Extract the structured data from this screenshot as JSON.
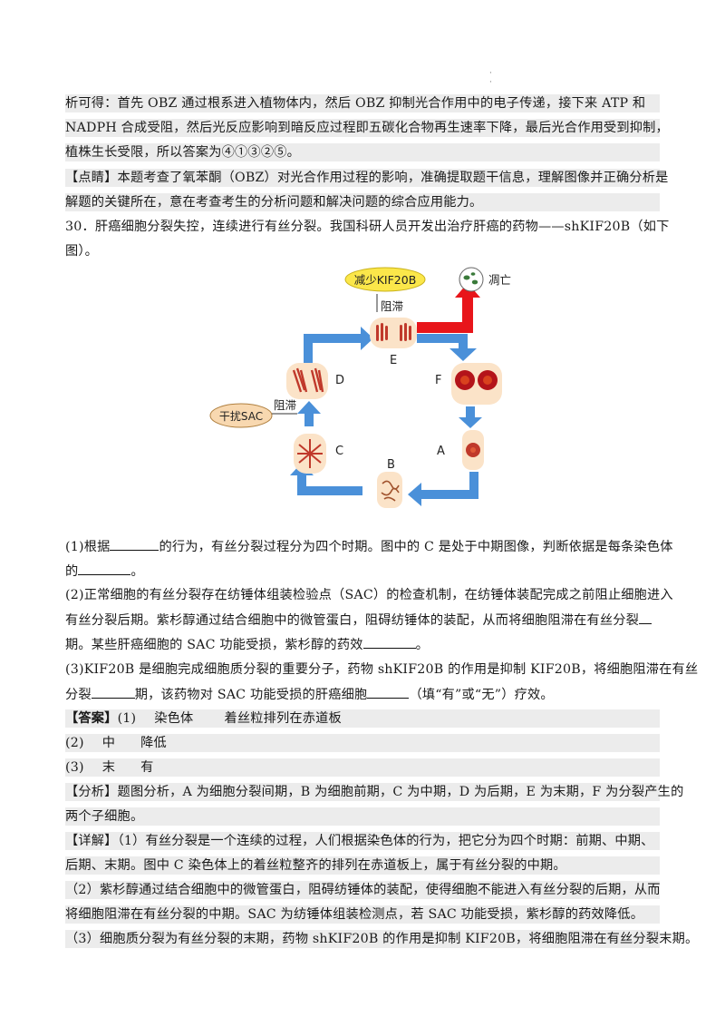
{
  "header": {
    "dots": "·\n·"
  },
  "block1": {
    "l1": "析可得：首先 OBZ 通过根系进入植物体内，然后 OBZ 抑制光合作用中的电子传递，接下来 ATP 和",
    "l2": "NADPH 合成受阻，然后光反应影响到暗反应过程即五碳化合物再生速率下降，最后光合作用受到抑制，",
    "l3": "植株生长受限，所以答案为④①③②⑤。",
    "l4": "【点睛】本题考查了氧苯酮（OBZ）对光合作用过程的影响，准确提取题干信息，理解图像并正确分析是",
    "l5": "解题的关键所在，意在考查考生的分析问题和解决问题的综合应用能力。"
  },
  "question": {
    "l1": "30．肝癌细胞分裂失控，连续进行有丝分裂。我国科研人员开发出治疗肝癌的药物——shKIF20B（如下",
    "l2": "图）。"
  },
  "diagram": {
    "reduce_label": "减少KIF20B",
    "block_label_top": "阻滞",
    "apoptosis_label": "凋亡",
    "interfere_label": "干扰SAC",
    "block_label_left": "阻滞",
    "stage_labels": {
      "A": "A",
      "B": "B",
      "C": "C",
      "D": "D",
      "E": "E",
      "F": "F"
    },
    "colors": {
      "arrow": "#4a90d9",
      "red_arrow": "#e8151a",
      "yellow": "#fbe74a",
      "cell": "#fbe3c8",
      "chromosome": "#c0392b",
      "interfere_fill": "#f8d8b0"
    }
  },
  "sub1": {
    "a": "(1)根据",
    "b": "的行为，有丝分裂过程分为四个时期。图中的 C 是处于中期图像，判断依据是每条染色体",
    "c": "的",
    "d": "。"
  },
  "sub2": {
    "l1": "(2)正常细胞的有丝分裂存在纺锤体组装检验点（SAC）的检查机制，在纺锤体装配完成之前阻止细胞进入",
    "l2a": "有丝分裂后期。紫杉醇通过结合细胞中的微管蛋白，阻碍纺锤体的装配，从而将细胞阻滞在有丝分裂",
    "l3a": "期。某些肝癌细胞的 SAC 功能受损，紫杉醇的药效",
    "l3b": "。"
  },
  "sub3": {
    "l1": "(3)KIF20B 是细胞完成细胞质分裂的重要分子，药物 shKIF20B 的作用是抑制 KIF20B，将细胞阻滞在有丝",
    "l2a": "分裂",
    "l2b": "期，该药物对 SAC 功能受损的肝癌细胞",
    "l2c": "（填“有”或“无”）疗效。"
  },
  "answer": {
    "head": "【答案】",
    "r1_num": "(1)",
    "r1_a": "染色体",
    "r1_b": "着丝粒排列在赤道板",
    "r2_num": "(2)",
    "r2_a": "中",
    "r2_b": "降低",
    "r3_num": "(3)",
    "r3_a": "末",
    "r3_b": "有"
  },
  "analysis": {
    "l1": "【分析】题图分析，A 为细胞分裂间期，B 为细胞前期，C 为中期，D 为后期，E 为末期，F 为分裂产生的",
    "l2": "两个子细胞。"
  },
  "detail": {
    "l1": "【详解】（1）有丝分裂是一个连续的过程，人们根据染色体的行为，把它分为四个时期：前期、中期、",
    "l2": "后期、末期。图中 C 染色体上的着丝粒整齐的排列在赤道板上，属于有丝分裂的中期。",
    "l3": "（2）紫杉醇通过结合细胞中的微管蛋白，阻碍纺锤体的装配，使得细胞不能进入有丝分裂的后期，从而",
    "l4": "将细胞阻滞在有丝分裂的中期。SAC 为纺锤体组装检测点，若 SAC 功能受损，紫杉醇的药效降低。",
    "l5": "（3）细胞质分裂为有丝分裂的末期，药物 shKIF20B 的作用是抑制 KIF20B，将细胞阻滞在有丝分裂末期。"
  }
}
